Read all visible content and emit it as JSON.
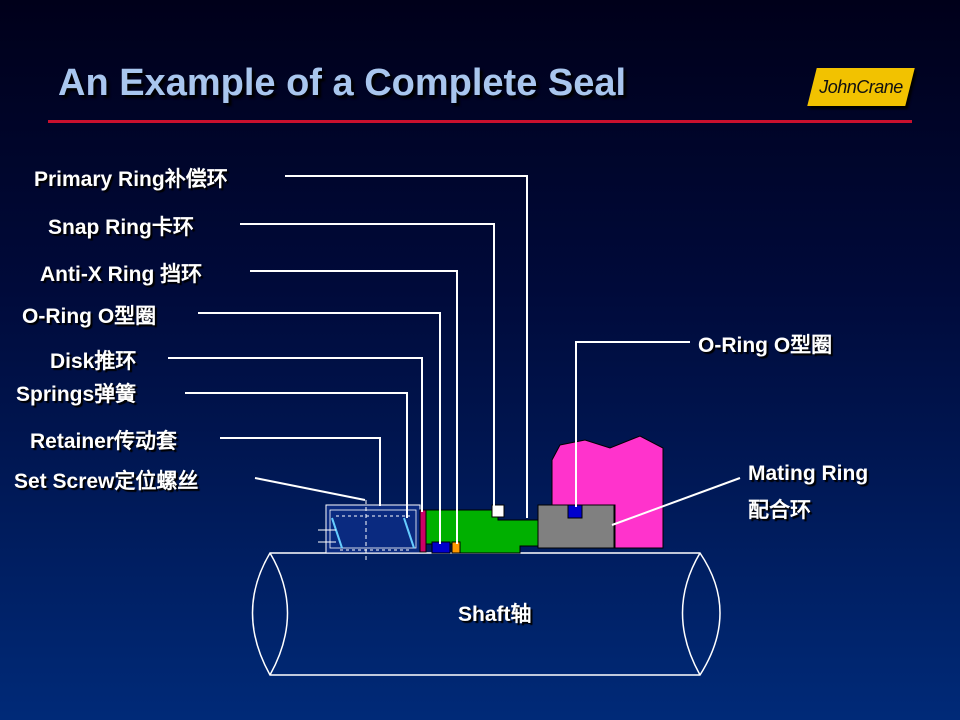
{
  "title": "An Example of a Complete Seal",
  "logo": {
    "text": "JohnCrane"
  },
  "labels_left": [
    {
      "id": "primary-ring",
      "text": "Primary Ring补偿环"
    },
    {
      "id": "snap-ring",
      "text": "Snap  Ring卡环"
    },
    {
      "id": "anti-x-ring",
      "text": "Anti-X Ring 挡环"
    },
    {
      "id": "o-ring-left",
      "text": "O-Ring O型圈"
    },
    {
      "id": "disk",
      "text": "Disk推环"
    },
    {
      "id": "springs",
      "text": "Springs弹簧"
    },
    {
      "id": "retainer",
      "text": "Retainer传动套"
    },
    {
      "id": "set-screw",
      "text": "Set Screw定位螺丝"
    }
  ],
  "labels_right": [
    {
      "id": "o-ring-right",
      "text": "O-Ring O型圈"
    },
    {
      "id": "mating-ring-en",
      "text": "Mating Ring"
    },
    {
      "id": "mating-ring-cn",
      "text": "配合环"
    }
  ],
  "shaft_label": "Shaft轴",
  "colors": {
    "title": "#a9c6ee",
    "rule": "#c8102e",
    "logo": "#f2c200",
    "primary_ring": "#00b000",
    "mating_ring": "#808080",
    "gland": "#ff33cc",
    "o_ring": "#0000cc",
    "disk": "#cc0066",
    "anti_x": "#ff9900"
  }
}
